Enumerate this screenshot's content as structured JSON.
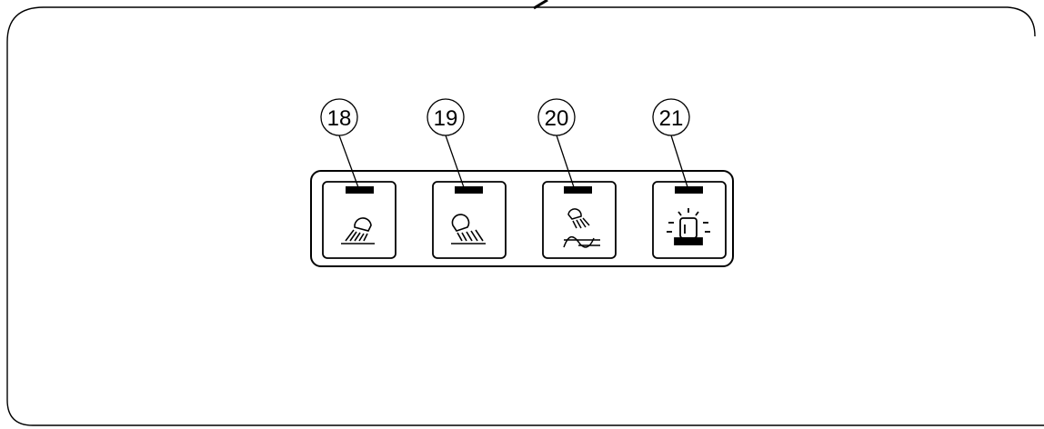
{
  "callouts": [
    {
      "number": "18",
      "icon": "work-light-front-icon",
      "led": "off"
    },
    {
      "number": "19",
      "icon": "work-light-rear-icon",
      "led": "off"
    },
    {
      "number": "20",
      "icon": "implement-work-light-icon",
      "led": "off"
    },
    {
      "number": "21",
      "icon": "rotating-beacon-icon",
      "led": "off"
    }
  ],
  "colors": {
    "line": "#000000",
    "background": "#ffffff",
    "led": "#000000"
  }
}
